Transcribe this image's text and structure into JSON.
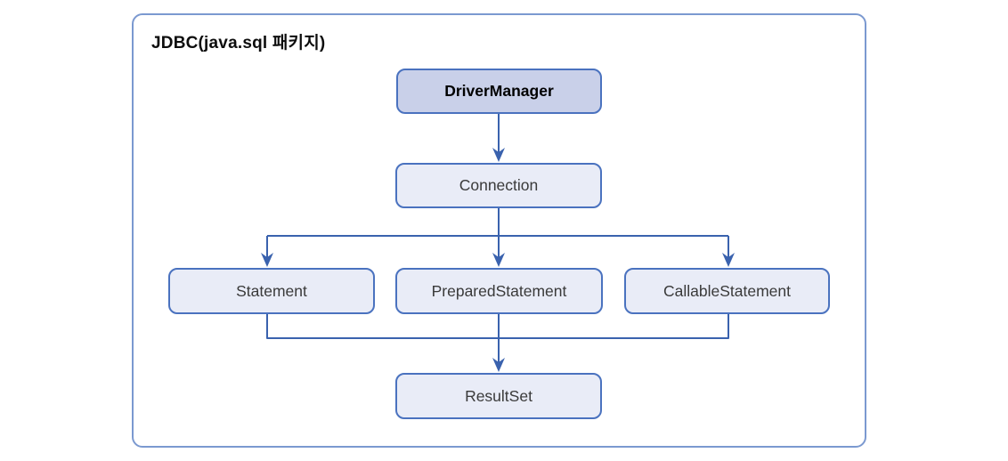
{
  "diagram": {
    "title": "JDBC(java.sql 패키지)",
    "nodes": [
      {
        "id": "driver-manager",
        "label": "DriverManager",
        "emphasis": true
      },
      {
        "id": "connection",
        "label": "Connection",
        "emphasis": false
      },
      {
        "id": "statement",
        "label": "Statement",
        "emphasis": false
      },
      {
        "id": "prepared-statement",
        "label": "PreparedStatement",
        "emphasis": false
      },
      {
        "id": "callable-statement",
        "label": "CallableStatement",
        "emphasis": false
      },
      {
        "id": "result-set",
        "label": "ResultSet",
        "emphasis": false
      }
    ],
    "edges": [
      {
        "from": "DriverManager",
        "to": "Connection"
      },
      {
        "from": "Connection",
        "to": "Statement"
      },
      {
        "from": "Connection",
        "to": "PreparedStatement"
      },
      {
        "from": "Connection",
        "to": "CallableStatement"
      },
      {
        "from": "Statement",
        "to": "ResultSet"
      },
      {
        "from": "PreparedStatement",
        "to": "ResultSet"
      },
      {
        "from": "CallableStatement",
        "to": "ResultSet"
      }
    ],
    "colors": {
      "frame_border": "#7b99d0",
      "node_border": "#4a72bf",
      "node_fill": "#e9ecf7",
      "emphasis_fill": "#c9d0e9",
      "connector": "#3a62ae"
    }
  }
}
